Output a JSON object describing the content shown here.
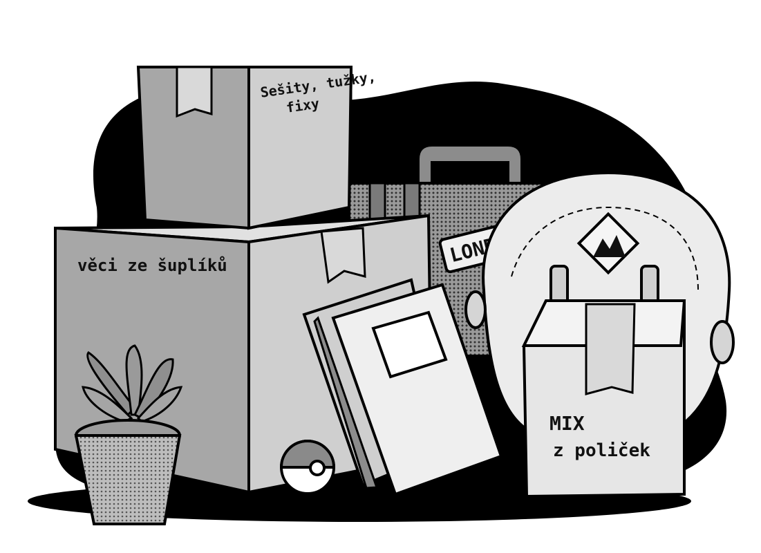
{
  "colors": {
    "background": "#ffffff",
    "ink": "#000000",
    "box_front": "#a7a7a7",
    "box_side": "#cfcfcf",
    "box_top": "#e1e1e1",
    "tape": "#d9d9d9",
    "suitcase": "#8c8c8c",
    "backpack": "#ececec",
    "book": "#efefef"
  },
  "labels": {
    "top_box_line1": "Sešity, tužky,",
    "top_box_line2": "fixy",
    "big_box": "věci ze šuplíků",
    "suitcase_sticker": "LONDO",
    "small_box_line1": "MIX",
    "small_box_line2": "z poliček"
  },
  "objects": [
    {
      "name": "cardboard-box-small-top",
      "icon": "box"
    },
    {
      "name": "cardboard-box-large",
      "icon": "box"
    },
    {
      "name": "suitcase",
      "icon": "suitcase"
    },
    {
      "name": "backpack",
      "icon": "backpack"
    },
    {
      "name": "books",
      "icon": "book"
    },
    {
      "name": "cardboard-box-small-front",
      "icon": "box"
    },
    {
      "name": "potted-succulent",
      "icon": "plant"
    },
    {
      "name": "pokeball",
      "icon": "ball"
    }
  ]
}
